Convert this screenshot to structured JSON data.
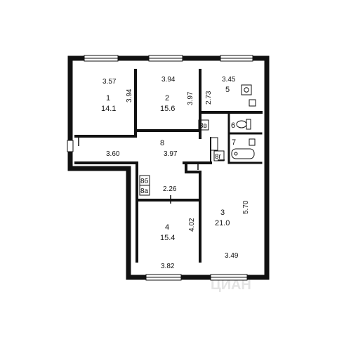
{
  "rooms": [
    {
      "id": "1",
      "area": "14.1",
      "width": "3.57",
      "height": "3.94"
    },
    {
      "id": "2",
      "area": "15.6",
      "width": "3.94",
      "height": "3.97"
    },
    {
      "id": "5",
      "width": "3.45",
      "height": "2.73"
    },
    {
      "id": "6"
    },
    {
      "id": "7"
    },
    {
      "id": "8",
      "dim_left": "3.60",
      "dim_right": "3.97",
      "dim_lower": "2.26"
    },
    {
      "id": "3",
      "area": "21.0",
      "height": "5.70",
      "width": "3.49"
    },
    {
      "id": "4",
      "area": "15.4",
      "height": "4.02",
      "width": "3.82"
    }
  ],
  "small_labels": {
    "8v": "8в",
    "8g": "8г",
    "8b": "8б",
    "8a": "8а"
  },
  "watermark": "ЦИАН"
}
